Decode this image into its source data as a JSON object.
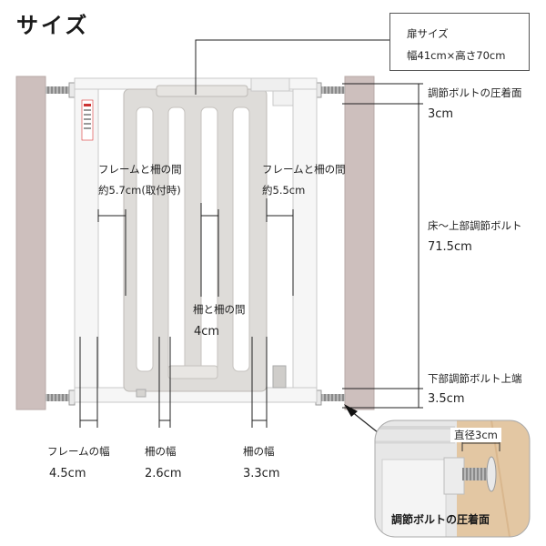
{
  "title": "サイズ",
  "door_size": {
    "label": "扉サイズ",
    "value": "幅41cm×高さ70cm"
  },
  "dimensions": {
    "frame_gap_left": {
      "label": "フレームと柵の間",
      "value": "約5.7cm(取付時)"
    },
    "frame_gap_right": {
      "label": "フレームと柵の間",
      "value": "約5.5cm"
    },
    "bar_gap": {
      "label": "柵と柵の間",
      "value": "4cm"
    },
    "bolt_press_top": {
      "label": "調節ボルトの圧着面",
      "value": "3cm"
    },
    "floor_to_bolt": {
      "label": "床〜上部調節ボルト",
      "value": "71.5cm"
    },
    "lower_bolt": {
      "label": "下部調節ボルト上端",
      "value": "3.5cm"
    },
    "frame_width": {
      "label": "フレームの幅",
      "value": "4.5cm"
    },
    "bar_width_a": {
      "label": "柵の幅",
      "value": "2.6cm"
    },
    "bar_width_b": {
      "label": "柵の幅",
      "value": "3.3cm"
    }
  },
  "inset": {
    "diameter": "直径3cm",
    "caption": "調節ボルトの圧着面"
  },
  "colors": {
    "frame": "#f4f4f4",
    "door": "#d9d7d4",
    "pillar": "#cdbfbd",
    "wood": "#e3c7a3",
    "line": "#222222"
  }
}
